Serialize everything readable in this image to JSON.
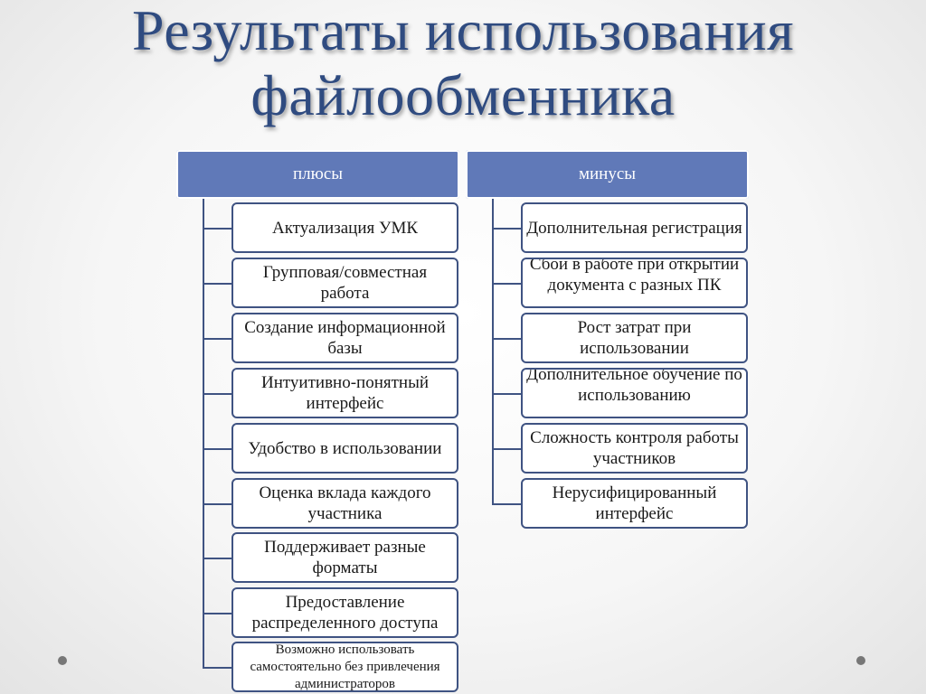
{
  "title": {
    "line1": "Результаты использования",
    "line2": "файлообменника"
  },
  "pluses": {
    "header": "плюсы",
    "items": [
      "Актуализация УМК",
      "Групповая/совместная работа",
      "Создание информационной базы",
      "Интуитивно-понятный интерфейс",
      "Удобство в использовании",
      "Оценка вклада каждого участника",
      "Поддерживает разные форматы",
      "Предоставление распределенного доступа",
      "Возможно использовать самостоятельно без привлечения администраторов"
    ]
  },
  "minuses": {
    "header": "минусы",
    "items": [
      "Дополнительная регистрация",
      "Сбои в работе при открытии документа с разных ПК",
      "Рост затрат при использовании",
      "Дополнительное обучение по использованию",
      "Сложность контроля работы участников",
      "Нерусифицированный интерфейс"
    ]
  },
  "colors": {
    "title": "#2f4b80",
    "header_fill": "#6079b8",
    "box_border": "#3f5382"
  }
}
